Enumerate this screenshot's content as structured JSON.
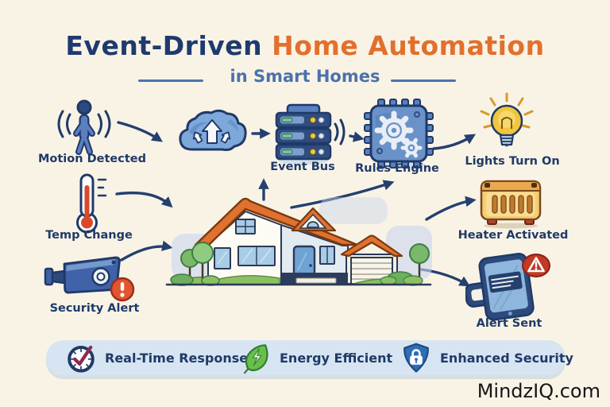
{
  "header": {
    "title_primary": "Event-Driven",
    "title_accent": "Home Automation",
    "subtitle": "in Smart Homes"
  },
  "nodes": {
    "motion": {
      "label": "Motion Detected",
      "icon": "walking-person-icon"
    },
    "temp": {
      "label": "Temp Change",
      "icon": "thermometer-icon"
    },
    "security": {
      "label": "Security Alert",
      "icon": "cctv-camera-alert-icon"
    },
    "cloud": {
      "icon": "cloud-upload-icon"
    },
    "event_bus": {
      "label": "Event Bus",
      "icon": "server-stack-icon"
    },
    "rules": {
      "label": "Rules Engine",
      "icon": "chip-gears-icon"
    },
    "lights": {
      "label": "Lights Turn On",
      "icon": "light-bulb-icon"
    },
    "heater": {
      "label": "Heater Activated",
      "icon": "heater-icon"
    },
    "alert": {
      "label": "Alert Sent",
      "icon": "phone-alert-icon"
    },
    "house": {
      "icon": "smart-home-house-illustration"
    }
  },
  "footer": {
    "items": [
      {
        "label": "Real-Time Response",
        "icon": "clock-check-icon"
      },
      {
        "label": "Energy Efficient",
        "icon": "leaf-bolt-icon"
      },
      {
        "label": "Enhanced Security",
        "icon": "shield-lock-icon"
      }
    ]
  },
  "watermark": "MindzIQ.com",
  "colors": {
    "background": "#f9f3e6",
    "title_navy": "#1e3a6e",
    "title_orange": "#e2702c",
    "subtitle_blue": "#4a72ab",
    "label_navy": "#1f3a68",
    "arrow_navy": "#24406e",
    "pill_blue": "#d7e5f2",
    "roof_orange": "#e0712f",
    "leaf_green": "#6abf4b",
    "alert_red": "#d8492b",
    "bulb_yellow": "#f2c53d",
    "check_maroon": "#8e2b52"
  }
}
